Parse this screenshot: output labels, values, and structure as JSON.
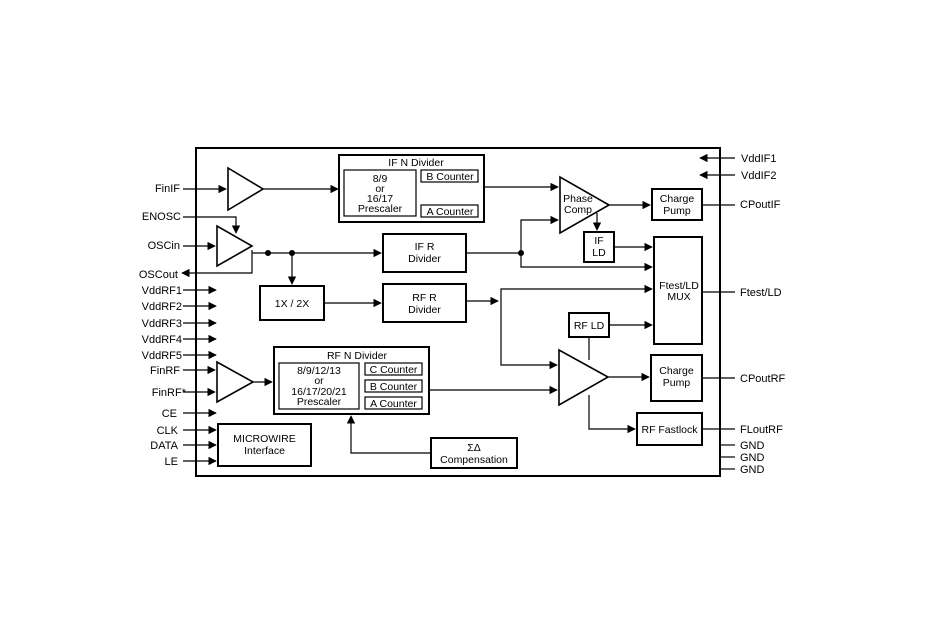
{
  "inputs": {
    "finif": "FinIF",
    "enosc": "ENOSC",
    "oscin": "OSCin",
    "oscout": "OSCout",
    "vddrf1": "VddRF1",
    "vddrf2": "VddRF2",
    "vddrf3": "VddRF3",
    "vddrf4": "VddRF4",
    "vddrf5": "VddRF5",
    "finrf": "FinRF",
    "finrf_bar": "FinRF*",
    "ce": "CE",
    "clk": "CLK",
    "data": "DATA",
    "le": "LE"
  },
  "outputs": {
    "vddif1": "VddIF1",
    "vddif2": "VddIF2",
    "cpoutif": "CPoutIF",
    "ftest_ld": "Ftest/LD",
    "cpoutrf": "CPoutRF",
    "floutrf": "FLoutRF",
    "gnd1": "GND",
    "gnd2": "GND",
    "gnd3": "GND"
  },
  "blocks": {
    "if_n_divider": {
      "title": "IF N Divider",
      "prescaler_l1": "8/9",
      "prescaler_l2": "or",
      "prescaler_l3": "16/17",
      "prescaler_l4": "Prescaler",
      "b_counter": "B Counter",
      "a_counter": "A Counter"
    },
    "if_r_divider": {
      "l1": "IF R",
      "l2": "Divider"
    },
    "rf_r_divider": {
      "l1": "RF R",
      "l2": "Divider"
    },
    "multiplier": "1X / 2X",
    "phase_comp": {
      "l1": "Phase",
      "l2": "Comp"
    },
    "if_ld": {
      "l1": "IF",
      "l2": "LD"
    },
    "rf_ld": "RF LD",
    "charge_pump_if": {
      "l1": "Charge",
      "l2": "Pump"
    },
    "charge_pump_rf": {
      "l1": "Charge",
      "l2": "Pump"
    },
    "ftest_mux": {
      "l1": "Ftest/LD",
      "l2": "MUX"
    },
    "rf_n_divider": {
      "title": "RF N Divider",
      "prescaler_l1": "8/9/12/13",
      "prescaler_l2": "or",
      "prescaler_l3": "16/17/20/21",
      "prescaler_l4": "Prescaler",
      "c_counter": "C Counter",
      "b_counter": "B Counter",
      "a_counter": "A Counter"
    },
    "rf_fastlock": "RF Fastlock",
    "microwire": {
      "l1": "MICROWIRE",
      "l2": "Interface"
    },
    "sigma_delta": {
      "l1": "ΣΔ",
      "l2": "Compensation"
    }
  }
}
